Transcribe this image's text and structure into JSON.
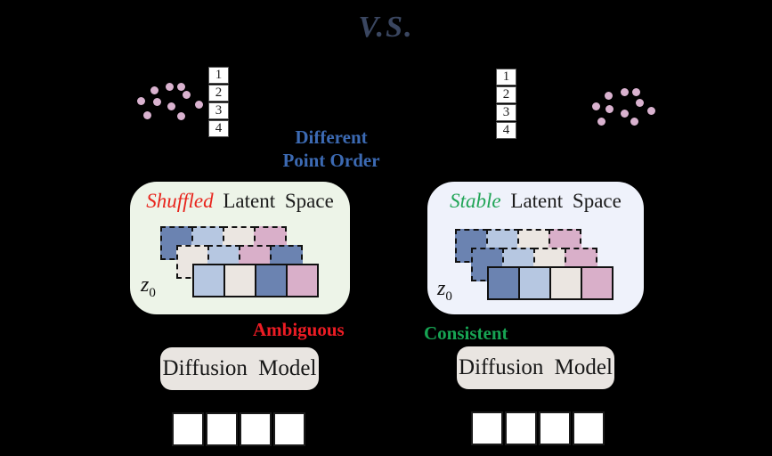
{
  "title": "V.S.",
  "comparison_label": {
    "line1": "Different",
    "line2": "Point Order"
  },
  "palette": {
    "dark_blue": "#6b83b1",
    "light_blue": "#b6c7e1",
    "cream": "#ebe6e1",
    "pink": "#d9afc9",
    "dot_pink": "#d9b2cf",
    "blue_text": "#3c6ab3",
    "red_text": "#ed1c24",
    "green_text": "#17a453",
    "shuffled_red": "#e8251d",
    "stable_green": "#21a557",
    "vs_text": "#3a4660",
    "left_panel_bg": "#edf4e8",
    "right_panel_bg": "#eff2fb",
    "model_box_bg": "#e9e5e1"
  },
  "left": {
    "points": [
      [
        173,
        101
      ],
      [
        190,
        97
      ],
      [
        203,
        97
      ],
      [
        158,
        113
      ],
      [
        176,
        114
      ],
      [
        209,
        106
      ],
      [
        192,
        119
      ],
      [
        223,
        117
      ],
      [
        165,
        129
      ],
      [
        203,
        130
      ]
    ],
    "point_order": [
      "1",
      "2",
      "3",
      "4"
    ],
    "panel": {
      "emphasis": "Shuffled",
      "rest": " Latent Space"
    },
    "latent_symbol": "z",
    "latent_subscript": "0",
    "rows": [
      {
        "style": "dashed",
        "colors": [
          "dark_blue",
          "light_blue",
          "cream",
          "pink"
        ]
      },
      {
        "style": "dashed",
        "colors": [
          "cream",
          "light_blue",
          "pink",
          "dark_blue"
        ]
      },
      {
        "style": "solid",
        "colors": [
          "light_blue",
          "cream",
          "dark_blue",
          "pink"
        ]
      }
    ],
    "annotation": "Ambiguous",
    "model_label": "Diffusion Model",
    "output_slots": 4
  },
  "right": {
    "points": [
      [
        669,
        119
      ],
      [
        683,
        107
      ],
      [
        701,
        103
      ],
      [
        714,
        103
      ],
      [
        718,
        115
      ],
      [
        731,
        124
      ],
      [
        684,
        122
      ],
      [
        701,
        127
      ],
      [
        675,
        136
      ],
      [
        712,
        136
      ]
    ],
    "point_order": [
      "1",
      "2",
      "3",
      "4"
    ],
    "panel": {
      "emphasis": "Stable",
      "rest": " Latent Space"
    },
    "latent_symbol": "z",
    "latent_subscript": "0",
    "rows": [
      {
        "style": "dashed",
        "colors": [
          "dark_blue",
          "light_blue",
          "cream",
          "pink"
        ]
      },
      {
        "style": "dashed",
        "colors": [
          "dark_blue",
          "light_blue",
          "cream",
          "pink"
        ]
      },
      {
        "style": "solid",
        "colors": [
          "dark_blue",
          "light_blue",
          "cream",
          "pink"
        ]
      }
    ],
    "annotation": "Consistent",
    "model_label": "Diffusion Model",
    "output_slots": 4
  }
}
